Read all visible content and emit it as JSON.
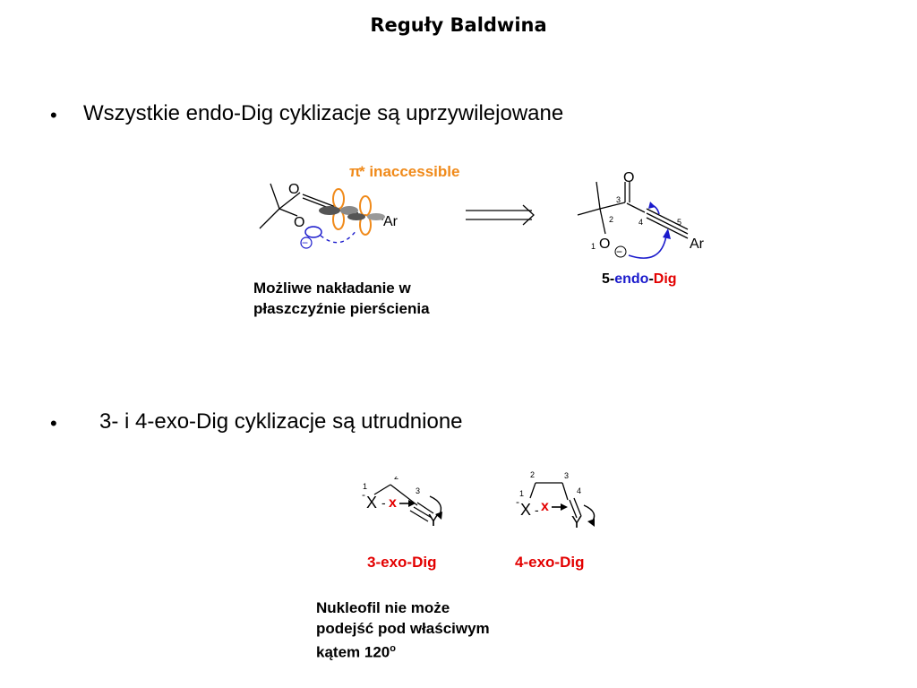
{
  "slide": {
    "title": "Reguły Baldwina",
    "bullet1": "Wszystkie endo-Dig cyklizacje są uprzywilejowane",
    "bullet2": "3- i 4-exo-Dig cyklizacje są utrudnione",
    "bullet_symbol": "•"
  },
  "scheme1": {
    "pi_symbol": "π",
    "pi_text": "* inaccessible",
    "atom_O_top": "O",
    "atom_O_left": "O",
    "atom_Ar": "Ar",
    "minus": "−",
    "caption_line1": "Możliwe nakładanie w",
    "caption_line2": "płaszczyźnie pierścienia"
  },
  "scheme2": {
    "atom_O_top": "O",
    "atom_O": "O",
    "atom_Ar": "Ar",
    "minus": "−",
    "n1": "1",
    "n2": "2",
    "n3": "3",
    "n4": "4",
    "n5": "5",
    "label_prefix": "5-",
    "label_endo": "endo",
    "label_dash": "-",
    "label_dig": "Dig"
  },
  "exo3": {
    "X": "X",
    "Y": "Y",
    "x": "x",
    "charge": "-",
    "dash": "-",
    "n1": "1",
    "n2": "2",
    "n3": "3",
    "label": "3-exo-Dig"
  },
  "exo4": {
    "X": "X",
    "Y": "Y",
    "x": "x",
    "charge": "-",
    "dash": "-",
    "n1": "1",
    "n2": "2",
    "n3": "3",
    "n4": "4",
    "label": "4-exo-Dig"
  },
  "note": {
    "line1": "Nukleofil nie może",
    "line2": "podejść pod właściwym",
    "line3": "kątem 120",
    "sup": "o"
  },
  "colors": {
    "red": "#e30000",
    "blue": "#1a1acc",
    "orange": "#f08a1a"
  }
}
